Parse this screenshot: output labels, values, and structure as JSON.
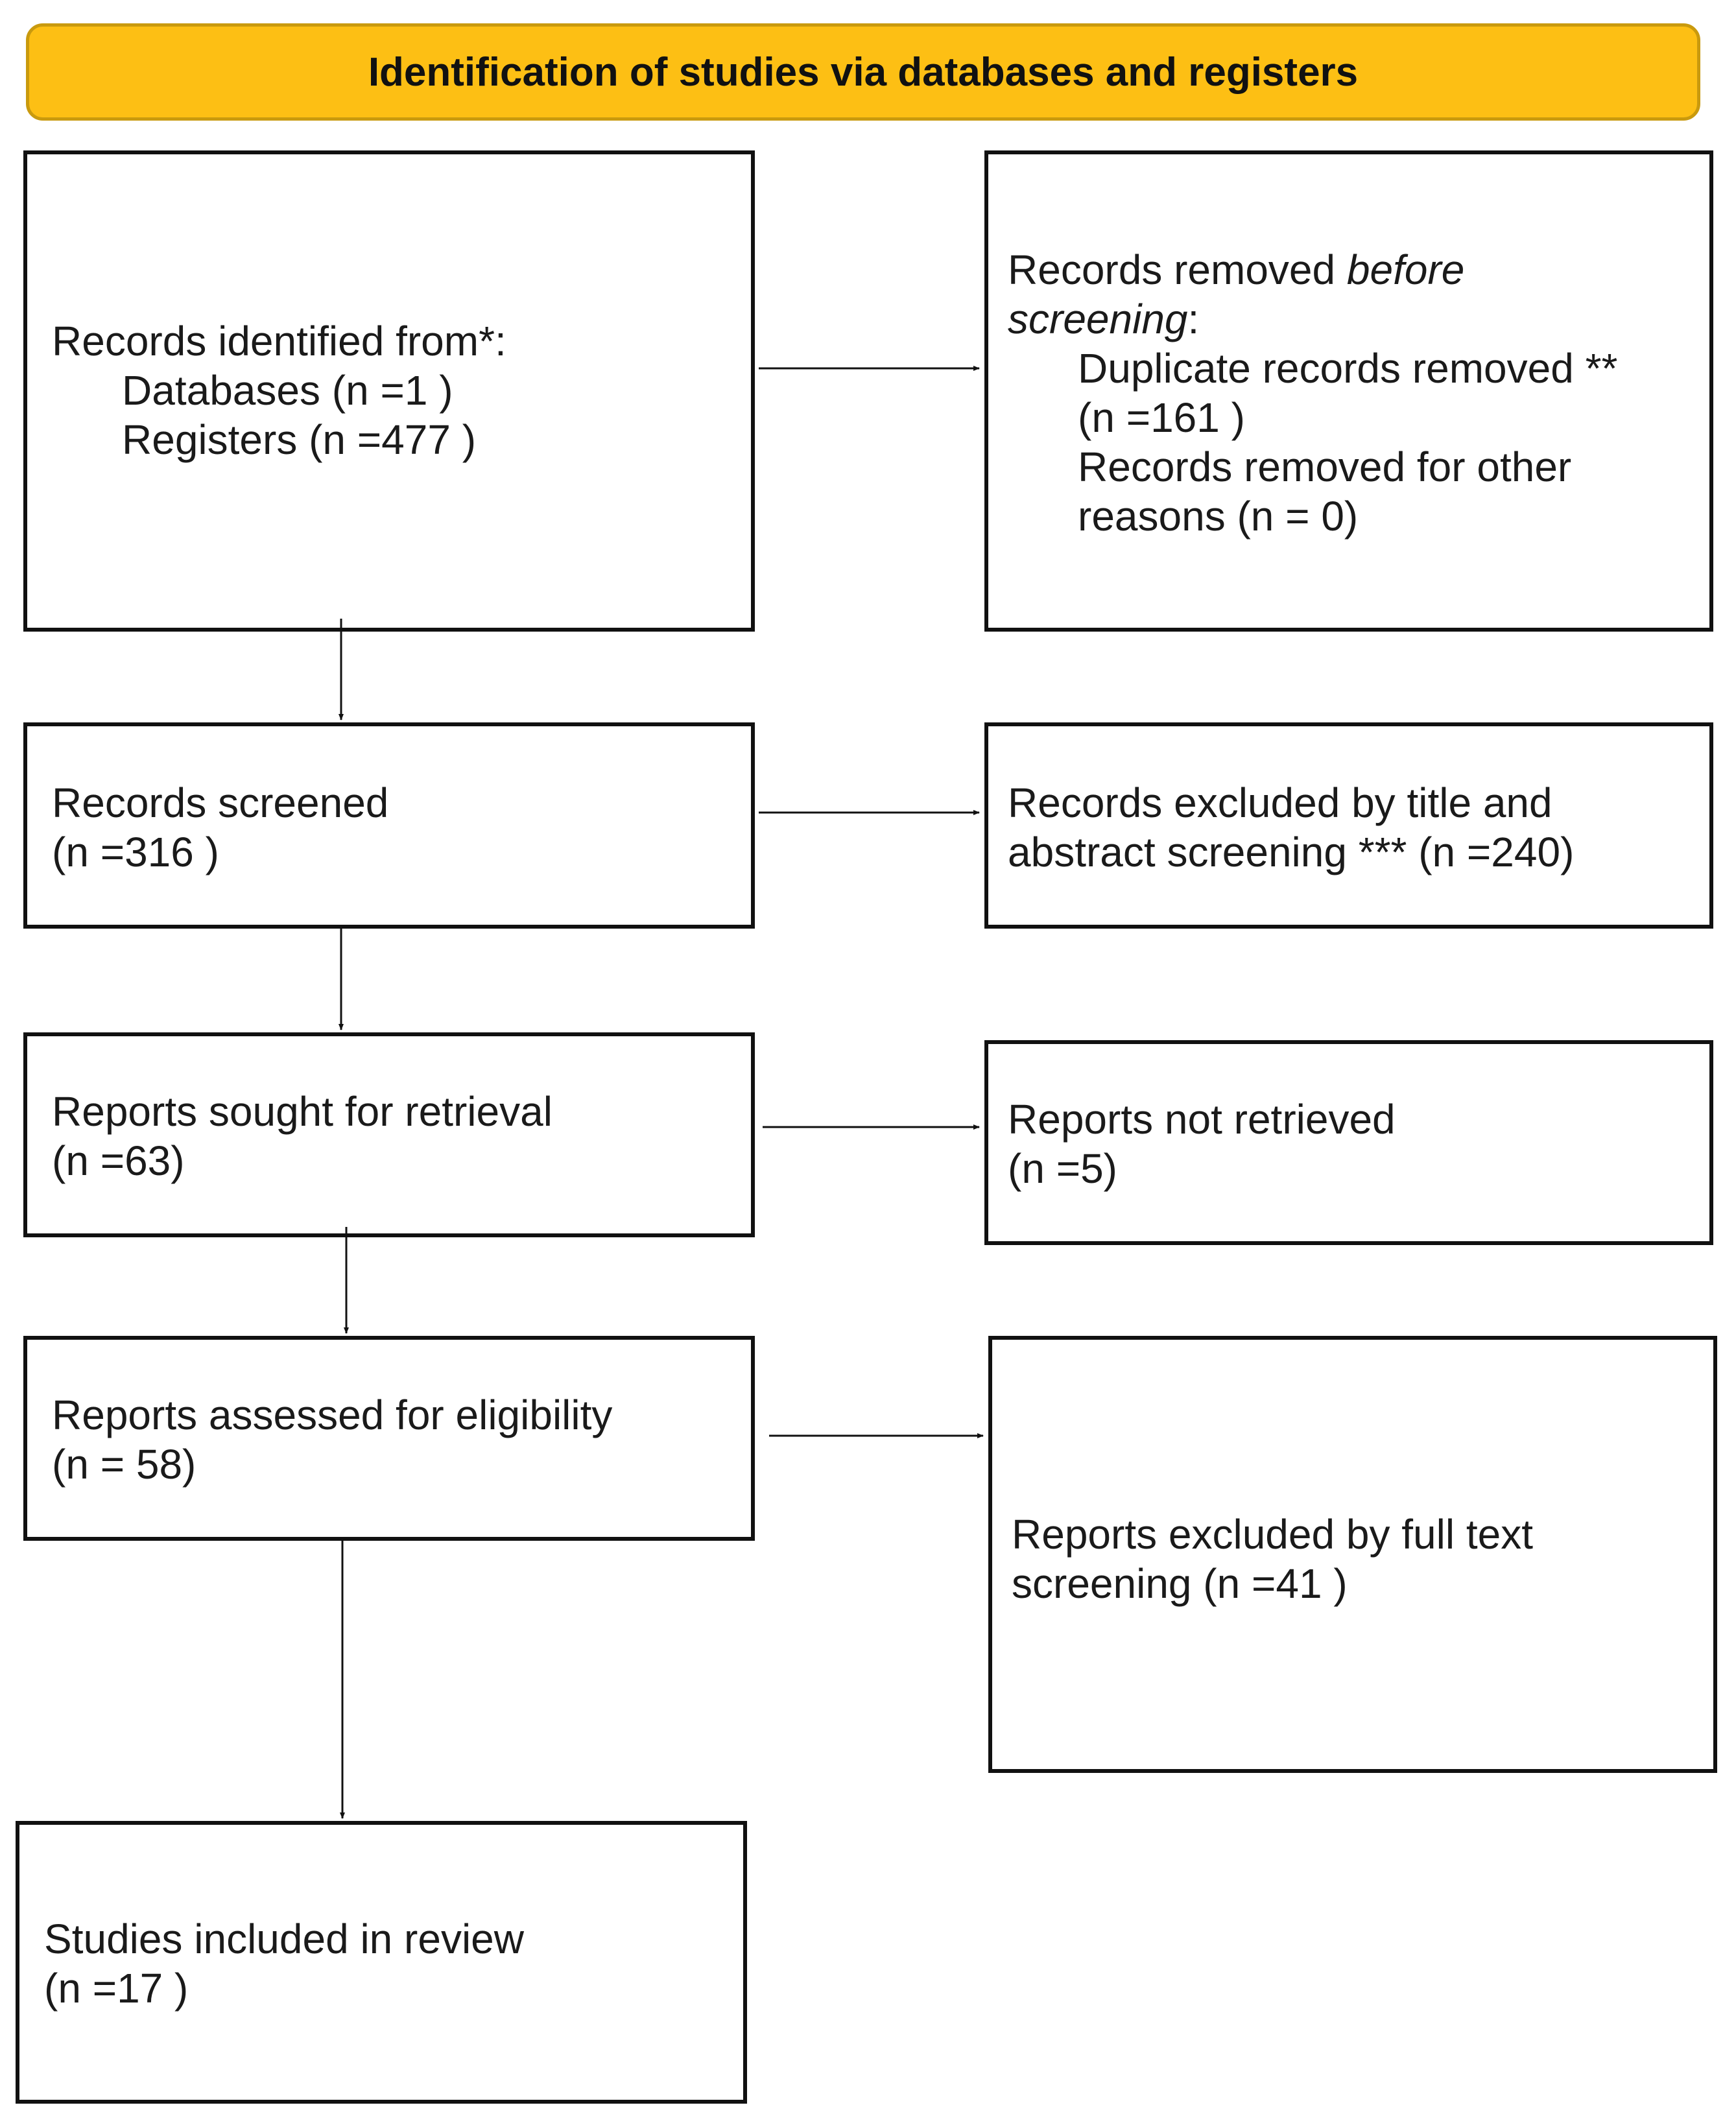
{
  "header": {
    "title": "Identification of studies via databases and registers",
    "color": "#FDBF14"
  },
  "identified": {
    "line1": "Records identified from*:",
    "databases": "Databases (n =1 )",
    "registers": "Registers (n =477 )"
  },
  "removed": {
    "prefix": "Records removed ",
    "italic1": "before",
    "italic2": "screening",
    "suffix": ":",
    "duplicates_1": "Duplicate records removed **",
    "duplicates_2": "(n =161 )",
    "other_1": "Records removed for other",
    "other_2": "reasons (n = 0)"
  },
  "screened": {
    "label": "Records screened",
    "count": "(n =316 )"
  },
  "excluded_screening": {
    "line1": "Records excluded by title and",
    "line2": "abstract screening *** (n =240)"
  },
  "sought": {
    "label": "Reports sought for retrieval",
    "count": "(n =63)"
  },
  "not_retrieved": {
    "label": "Reports not retrieved",
    "count": "(n =5)"
  },
  "assessed": {
    "label": "Reports assessed for eligibility",
    "count": "(n = 58)"
  },
  "excluded_fulltext": {
    "line1": "Reports excluded by full text",
    "line2": "screening (n =41 )"
  },
  "included": {
    "label": "Studies included in review",
    "count": "(n =17 )"
  }
}
